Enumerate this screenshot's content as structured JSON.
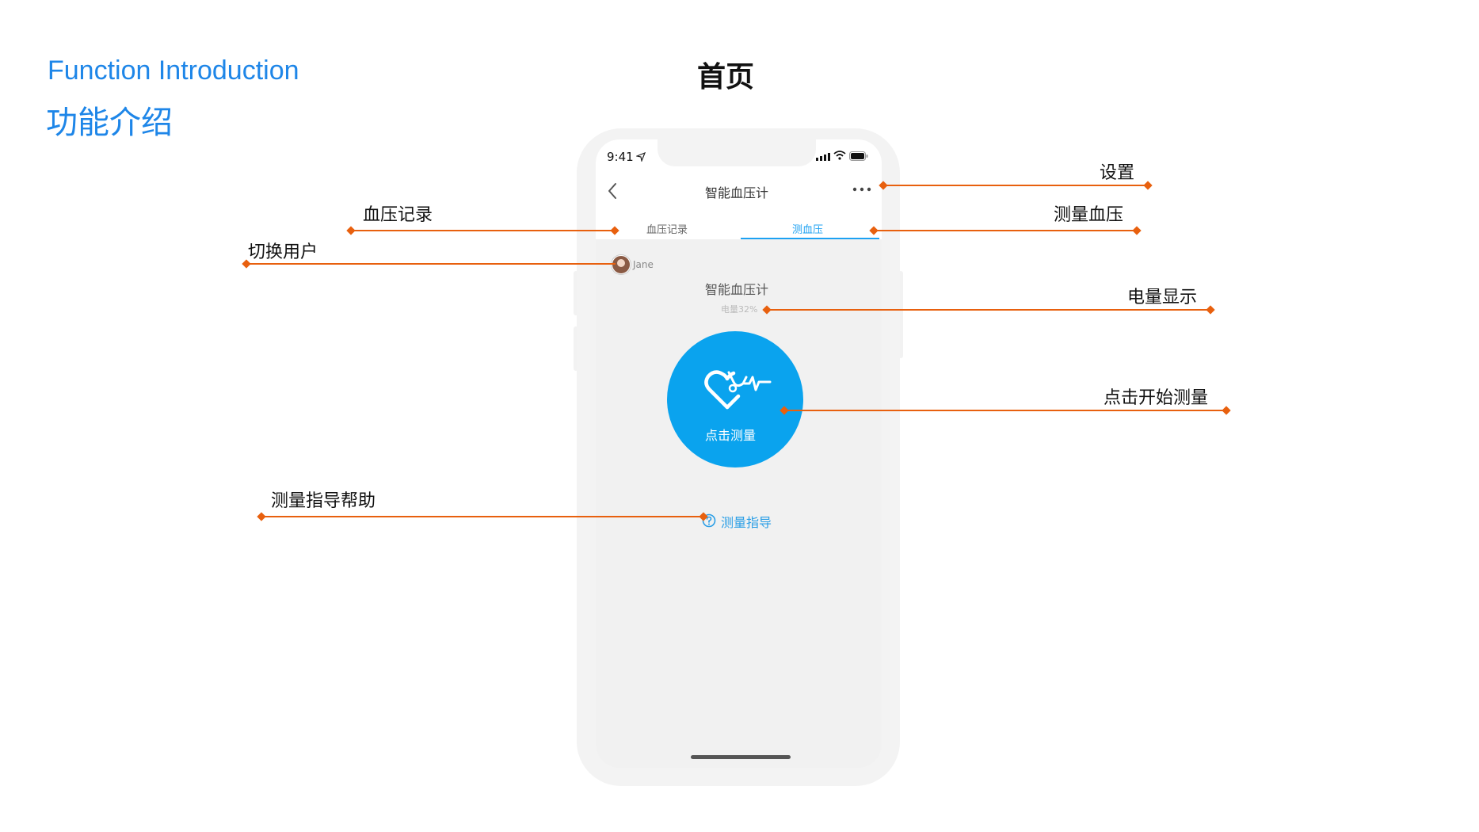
{
  "header": {
    "title_en": "Function Introduction",
    "title_zh": "功能介绍",
    "page_title": "首页"
  },
  "phone": {
    "status_time": "9:41",
    "nav_title": "智能血压计",
    "tabs": [
      {
        "label": "血压记录",
        "active": false
      },
      {
        "label": "测血压",
        "active": true
      }
    ],
    "user_name": "Jane",
    "device_name": "智能血压计",
    "battery": "电量32%",
    "measure_button": "点击测量",
    "guide_link": "测量指导"
  },
  "callouts": {
    "settings": "设置",
    "bp_record": "血压记录",
    "measure_bp": "测量血压",
    "switch_user": "切换用户",
    "battery_display": "电量显示",
    "start_measure": "点击开始测量",
    "guide_help": "测量指导帮助"
  },
  "colors": {
    "accent": "#1e86e8",
    "button": "#0aa3ee",
    "callout_line": "#e8600e"
  },
  "icons": {
    "back": "chevron-left-icon",
    "more": "more-icon",
    "heart": "heart-stethoscope-icon",
    "help": "question-circle-icon",
    "location": "location-arrow-icon",
    "signal": "signal-icon",
    "wifi": "wifi-icon",
    "battery": "battery-icon"
  }
}
